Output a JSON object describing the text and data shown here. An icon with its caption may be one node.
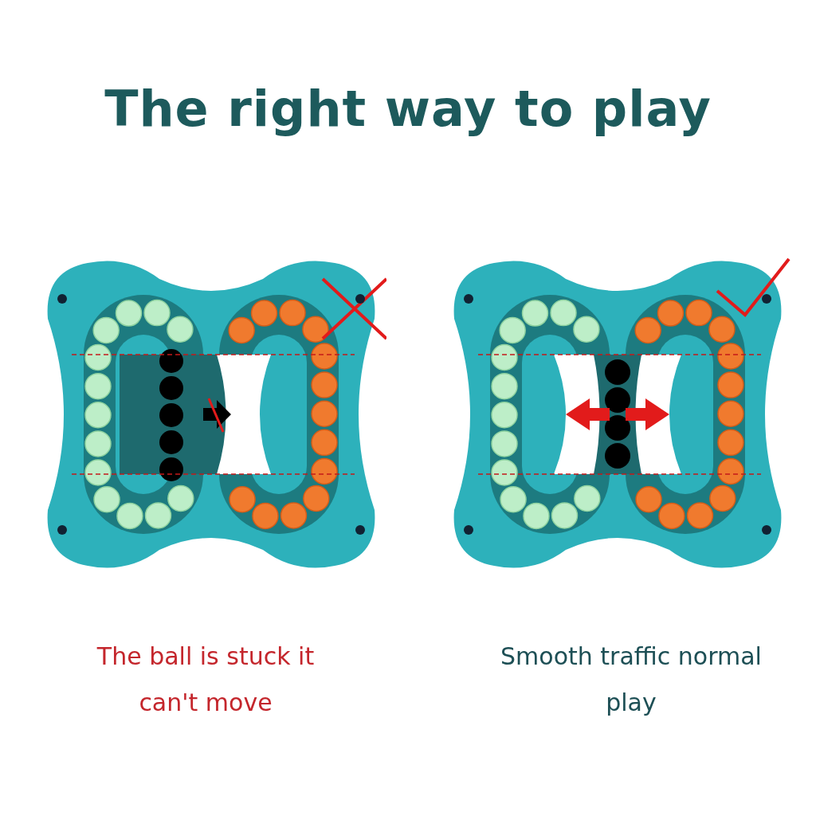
{
  "diagram": {
    "title": "The right way to play",
    "labels": [
      "The ball is stuck it can't move",
      "Smooth traffic normal play"
    ]
  }
}
